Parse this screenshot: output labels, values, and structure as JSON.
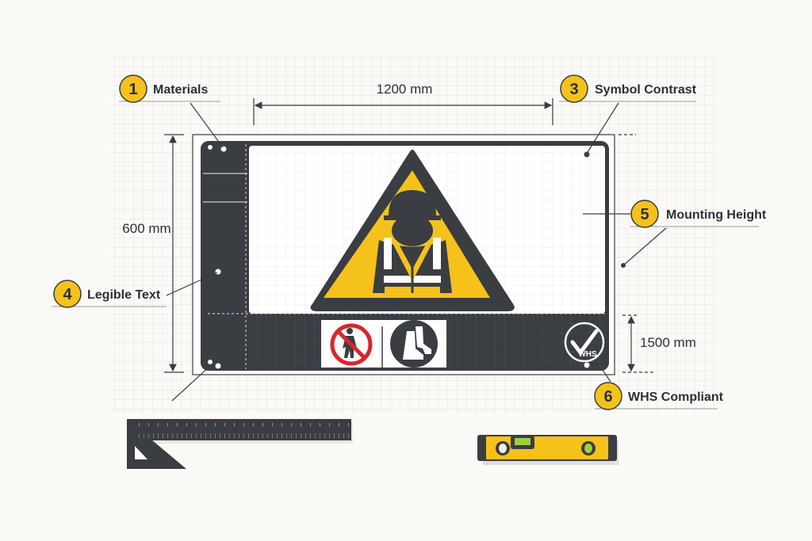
{
  "colors": {
    "dark": "#3a3d42",
    "yellow": "#f5c21b",
    "red": "#d9262b",
    "background": "#fbfaf7",
    "grid": "#e6e4df"
  },
  "dimensions": {
    "width": "1200 mm",
    "height": "600 mm",
    "mounting": "1500 mm"
  },
  "callouts": [
    {
      "number": "1",
      "label": "Materials"
    },
    {
      "number": "3",
      "label": "Symbol Contrast"
    },
    {
      "number": "5",
      "label": "Mounting Height"
    },
    {
      "number": "4",
      "label": "Legible Text"
    },
    {
      "number": "6",
      "label": "WHS Compliant"
    }
  ],
  "sign": {
    "main_symbol": "hard-hat-worker-icon",
    "prohibition_symbol": "no-pedestrians-icon",
    "mandatory_symbol": "safety-boots-icon",
    "badge_text": "WHS"
  },
  "tools": [
    "square-ruler-icon",
    "spirit-level-icon"
  ]
}
